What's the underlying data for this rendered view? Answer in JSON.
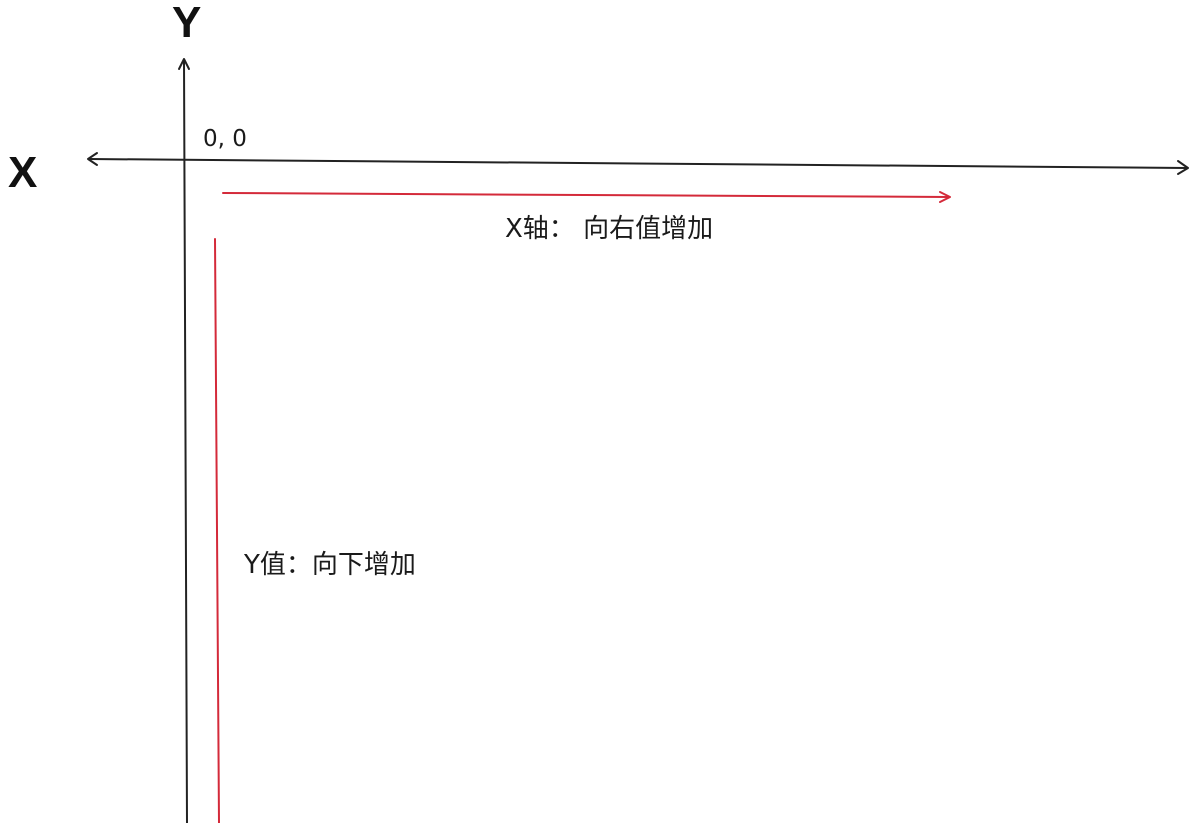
{
  "axes": {
    "y_name": "Y",
    "x_name": "X",
    "origin_label": "0, 0"
  },
  "annotations": {
    "x_direction": "X轴： 向右值增加",
    "y_direction": "Y值：向下增加"
  },
  "colors": {
    "axis": "#222222",
    "direction_arrow": "#d42a3a"
  }
}
